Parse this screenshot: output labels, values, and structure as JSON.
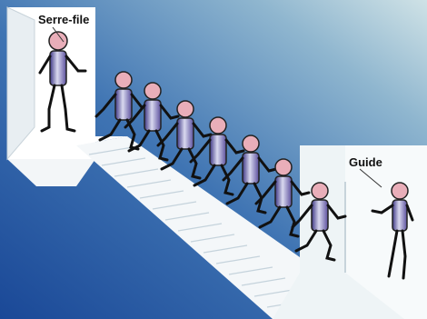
{
  "labels": {
    "serre_file": "Serre-file",
    "guide": "Guide"
  },
  "colors": {
    "wall_dark": "#1f4f9c",
    "wall_mid": "#5a8fbf",
    "wall_light": "#b9d4dc",
    "stairs": "#f3f6f8",
    "head": "#e9aeb9",
    "body": "#5c4f9a",
    "limb": "#111111"
  },
  "people": [
    {
      "role": "serre-file",
      "pose": "standing"
    },
    {
      "role": "evacuee",
      "pose": "descending"
    },
    {
      "role": "evacuee",
      "pose": "descending"
    },
    {
      "role": "evacuee",
      "pose": "descending"
    },
    {
      "role": "evacuee",
      "pose": "descending"
    },
    {
      "role": "evacuee",
      "pose": "descending"
    },
    {
      "role": "evacuee",
      "pose": "descending"
    },
    {
      "role": "evacuee",
      "pose": "descending"
    },
    {
      "role": "guide",
      "pose": "beckoning"
    }
  ]
}
